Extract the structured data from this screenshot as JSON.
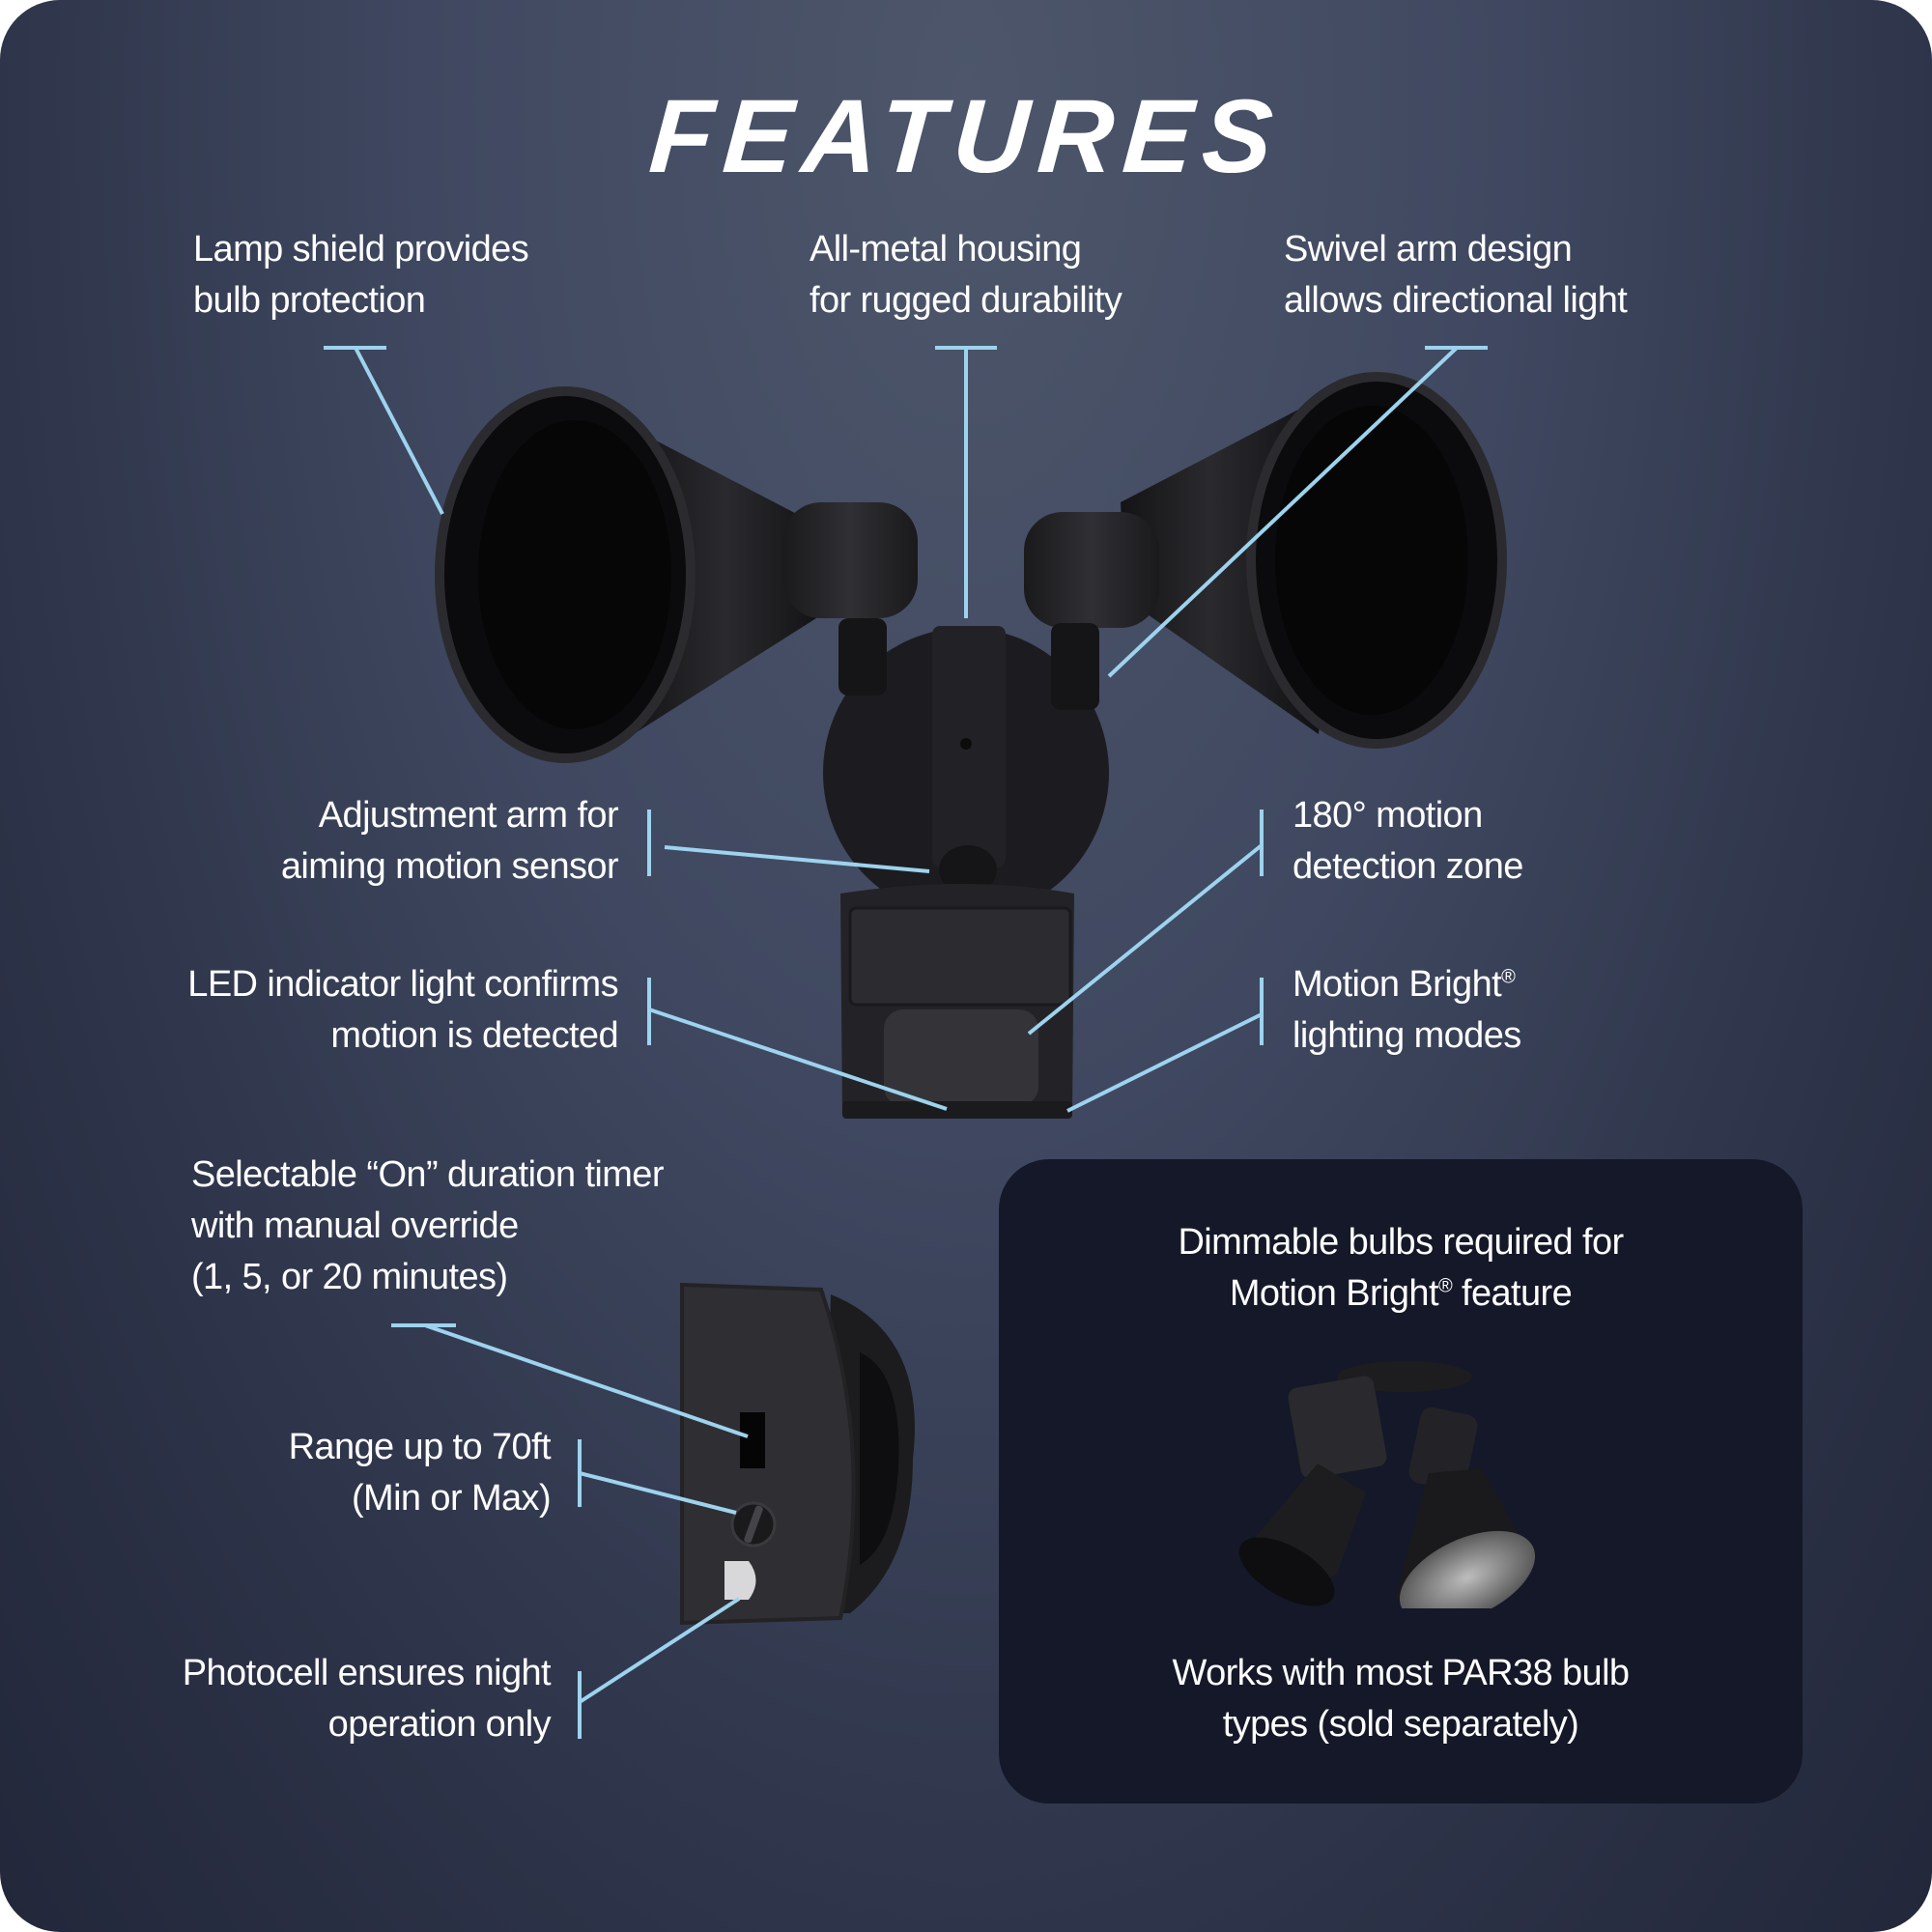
{
  "title": "FEATURES",
  "colors": {
    "background_top": "#4d566a",
    "background_bottom": "#22273a",
    "panel": "#141828",
    "leader_line": "#9dd3ee",
    "text": "#ffffff"
  },
  "callouts": {
    "lamp_shield": {
      "line1": "Lamp shield provides",
      "line2": "bulb protection"
    },
    "metal_housing": {
      "line1": "All-metal housing",
      "line2": "for rugged durability"
    },
    "swivel_arm": {
      "line1": "Swivel arm design",
      "line2": "allows directional light"
    },
    "adjustment_arm": {
      "line1": "Adjustment arm for",
      "line2": "aiming motion sensor"
    },
    "motion_zone": {
      "line1": "180° motion",
      "line2": "detection zone"
    },
    "led_indicator": {
      "line1": "LED indicator light confirms",
      "line2": "motion is detected"
    },
    "motion_bright": {
      "line1_prefix": "Motion Bright",
      "registered": "®",
      "line2": "lighting modes"
    },
    "timer": {
      "line1": "Selectable “On” duration timer",
      "line2": "with manual override",
      "line3": "(1, 5, or 20 minutes)"
    },
    "range": {
      "line1": "Range up to 70ft",
      "line2": "(Min or Max)"
    },
    "photocell": {
      "line1": "Photocell ensures night",
      "line2": "operation only"
    }
  },
  "panel": {
    "top_line1": "Dimmable bulbs required for",
    "top_line2_prefix": "Motion Bright",
    "top_line2_registered": "®",
    "top_line2_suffix": " feature",
    "bottom_line1": "Works with most PAR38 bulb",
    "bottom_line2": "types (sold separately)"
  },
  "images": {
    "main_product": "twin-head-floodlight-with-motion-sensor",
    "sensor_closeup": "motion-sensor-side-controls",
    "panel_product": "floodlight-with-par38-bulbs"
  }
}
